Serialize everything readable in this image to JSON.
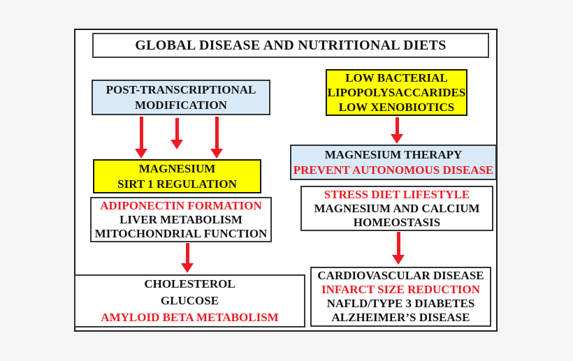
{
  "colors": {
    "background": "#f5f5f6",
    "red": "#ed1c24",
    "black": "#151515",
    "yellow": "#ffff00",
    "light_blue": "#d9eaf6",
    "white": "#ffffff"
  },
  "title": {
    "text": "GLOBAL DISEASE AND NUTRITIONAL DIETS"
  },
  "boxes": {
    "post": {
      "fill": "light_blue",
      "lines": [
        {
          "text": "POST-TRANSCRIPTIONAL",
          "color": "black"
        },
        {
          "text": "MODIFICATION",
          "color": "black"
        }
      ]
    },
    "sirt": {
      "fill": "yellow",
      "lines": [
        {
          "text": "MAGNESIUM",
          "color": "black"
        },
        {
          "text": "SIRT 1 REGULATION",
          "color": "black"
        }
      ]
    },
    "adiponectin": {
      "fill": "white",
      "lines": [
        {
          "text": "ADIPONECTIN FORMATION",
          "color": "red"
        },
        {
          "text": "LIVER METABOLISM",
          "color": "black"
        },
        {
          "text": "MITOCHONDRIAL FUNCTION",
          "color": "black"
        }
      ]
    },
    "cholesterol": {
      "fill": "white",
      "lines": [
        {
          "text": "CHOLESTEROL",
          "color": "black"
        },
        {
          "text": "GLUCOSE",
          "color": "black"
        },
        {
          "text": "AMYLOID BETA METABOLISM",
          "color": "red"
        }
      ]
    },
    "low_bacterial": {
      "fill": "yellow",
      "lines": [
        {
          "text": "LOW BACTERIAL",
          "color": "black"
        },
        {
          "text": "LIPOPOLYSACCARIDES",
          "color": "black"
        },
        {
          "text": "LOW XENOBIOTICS",
          "color": "black"
        }
      ]
    },
    "magnesium_therapy": {
      "fill": "light_blue",
      "lines": [
        {
          "text": "MAGNESIUM THERAPY",
          "color": "black"
        },
        {
          "text": "PREVENT AUTONOMOUS DISEASE",
          "color": "red"
        }
      ]
    },
    "stress": {
      "fill": "white",
      "lines": [
        {
          "text": "STRESS DIET LIFESTYLE",
          "color": "red"
        },
        {
          "text": "MAGNESIUM AND CALCIUM",
          "color": "black"
        },
        {
          "text": "HOMEOSTASIS",
          "color": "black"
        }
      ]
    },
    "cardiovascular": {
      "fill": "white",
      "lines": [
        {
          "text": "CARDIOVASCULAR DISEASE",
          "color": "black"
        },
        {
          "text": "INFARCT SIZE REDUCTION",
          "color": "red"
        },
        {
          "text": "NAFLD/TYPE 3 DIABETES",
          "color": "black"
        },
        {
          "text": "ALZHEIMER’S DISEASE",
          "color": "black"
        }
      ]
    }
  },
  "arrows": {
    "color": "red",
    "connections": [
      {
        "from": "post",
        "to": "sirt",
        "count": 3
      },
      {
        "from": "adiponectin",
        "to": "cholesterol",
        "count": 1
      },
      {
        "from": "low_bacterial",
        "to": "magnesium_therapy",
        "count": 1
      },
      {
        "from": "stress",
        "to": "cardiovascular",
        "count": 1
      }
    ]
  }
}
